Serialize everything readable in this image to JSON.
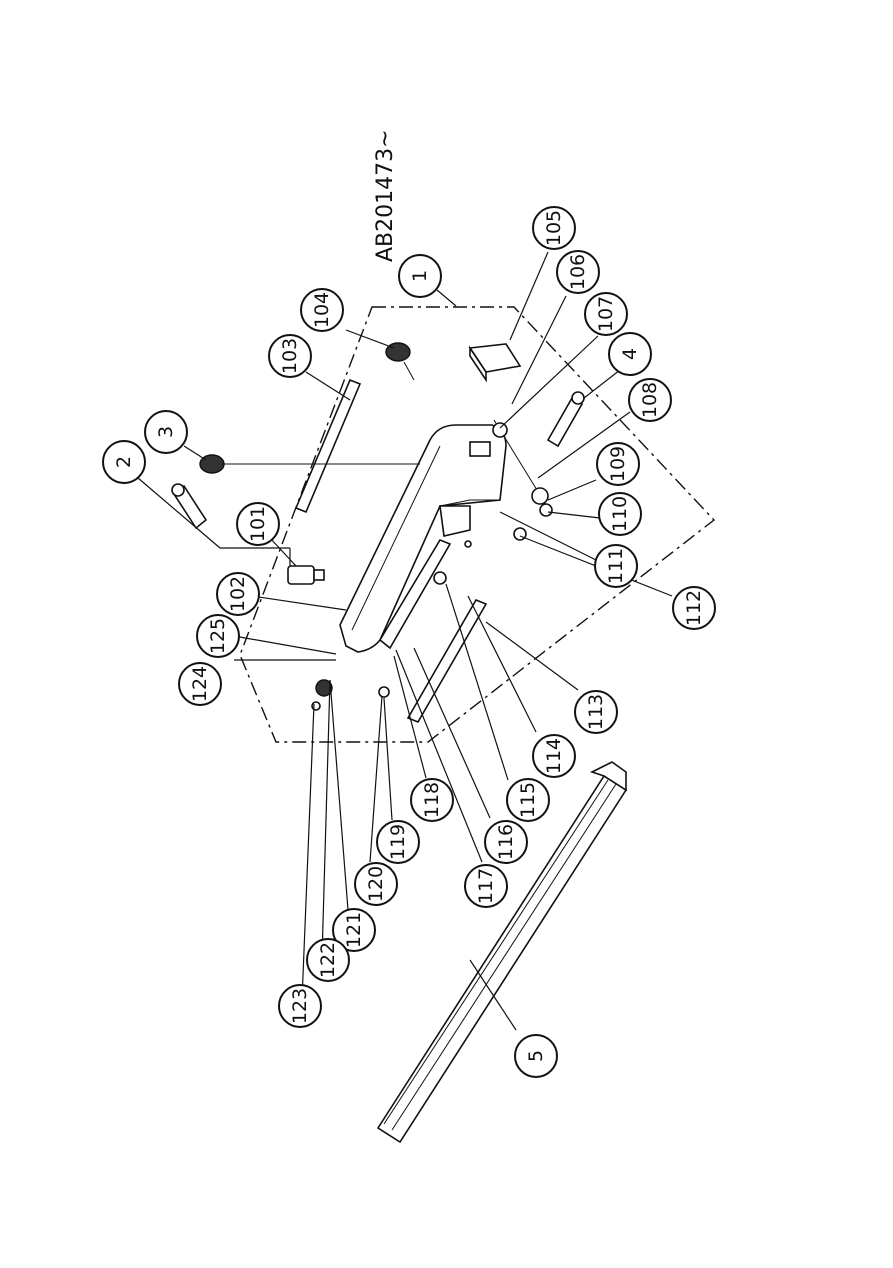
{
  "serial_note": "AB201473~",
  "callouts": [
    {
      "id": "1"
    },
    {
      "id": "2"
    },
    {
      "id": "3"
    },
    {
      "id": "4"
    },
    {
      "id": "5"
    },
    {
      "id": "101"
    },
    {
      "id": "102"
    },
    {
      "id": "103"
    },
    {
      "id": "104"
    },
    {
      "id": "105"
    },
    {
      "id": "106"
    },
    {
      "id": "107"
    },
    {
      "id": "108"
    },
    {
      "id": "109"
    },
    {
      "id": "110"
    },
    {
      "id": "111"
    },
    {
      "id": "112"
    },
    {
      "id": "113"
    },
    {
      "id": "114"
    },
    {
      "id": "115"
    },
    {
      "id": "116"
    },
    {
      "id": "117"
    },
    {
      "id": "118"
    },
    {
      "id": "119"
    },
    {
      "id": "120"
    },
    {
      "id": "121"
    },
    {
      "id": "122"
    },
    {
      "id": "123"
    },
    {
      "id": "124"
    },
    {
      "id": "125"
    }
  ]
}
